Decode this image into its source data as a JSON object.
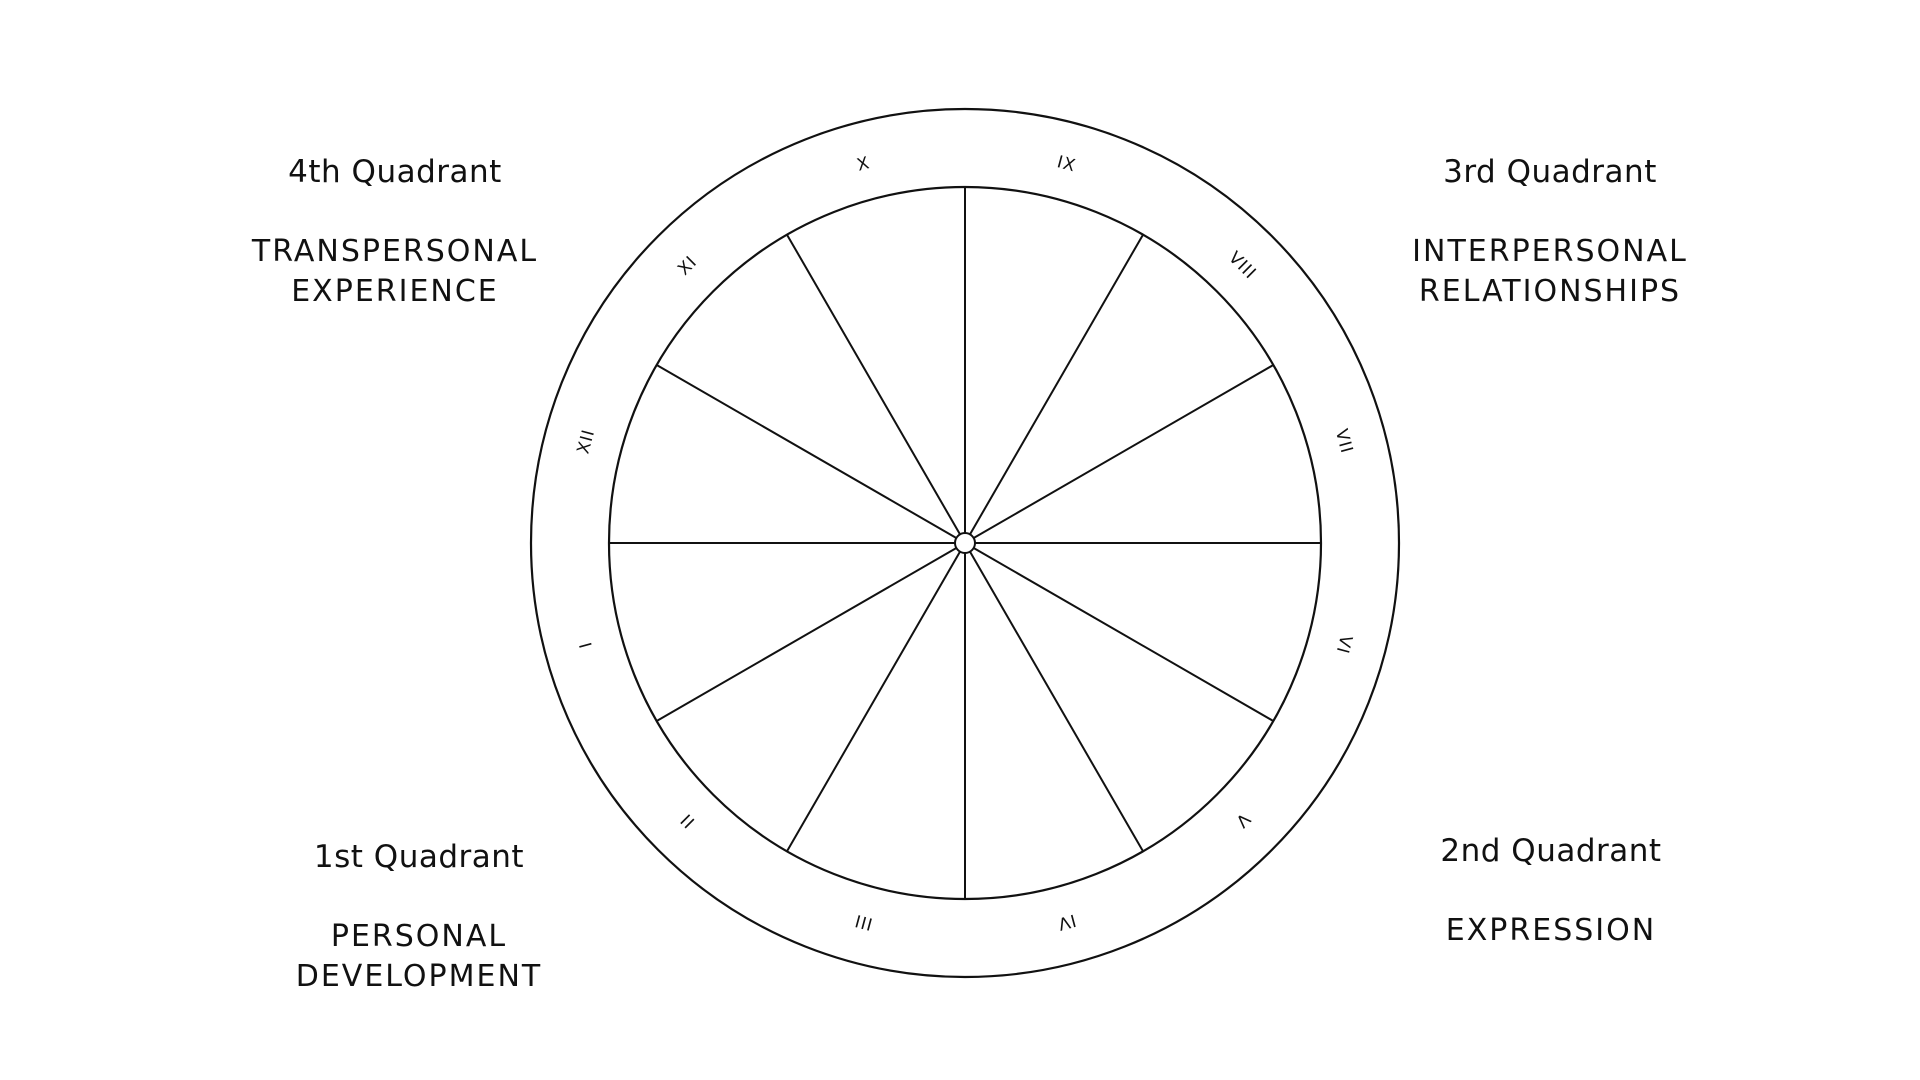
{
  "quadrants": {
    "fourth": {
      "title": "4th Quadrant",
      "line1": "TRANSPERSONAL",
      "line2": "EXPERIENCE"
    },
    "third": {
      "title": "3rd Quadrant",
      "line1": "INTERPERSONAL",
      "line2": "RELATIONSHIPS"
    },
    "first": {
      "title": "1st Quadrant",
      "line1": "PERSONAL",
      "line2": "DEVELOPMENT"
    },
    "second": {
      "title": "2nd Quadrant",
      "line1": "EXPRESSION"
    }
  },
  "wheel": {
    "houses": [
      "I",
      "II",
      "III",
      "IV",
      "V",
      "VI",
      "VII",
      "VIII",
      "IX",
      "X",
      "XI",
      "XII"
    ],
    "stroke_color": "#111111",
    "background": "#ffffff"
  }
}
